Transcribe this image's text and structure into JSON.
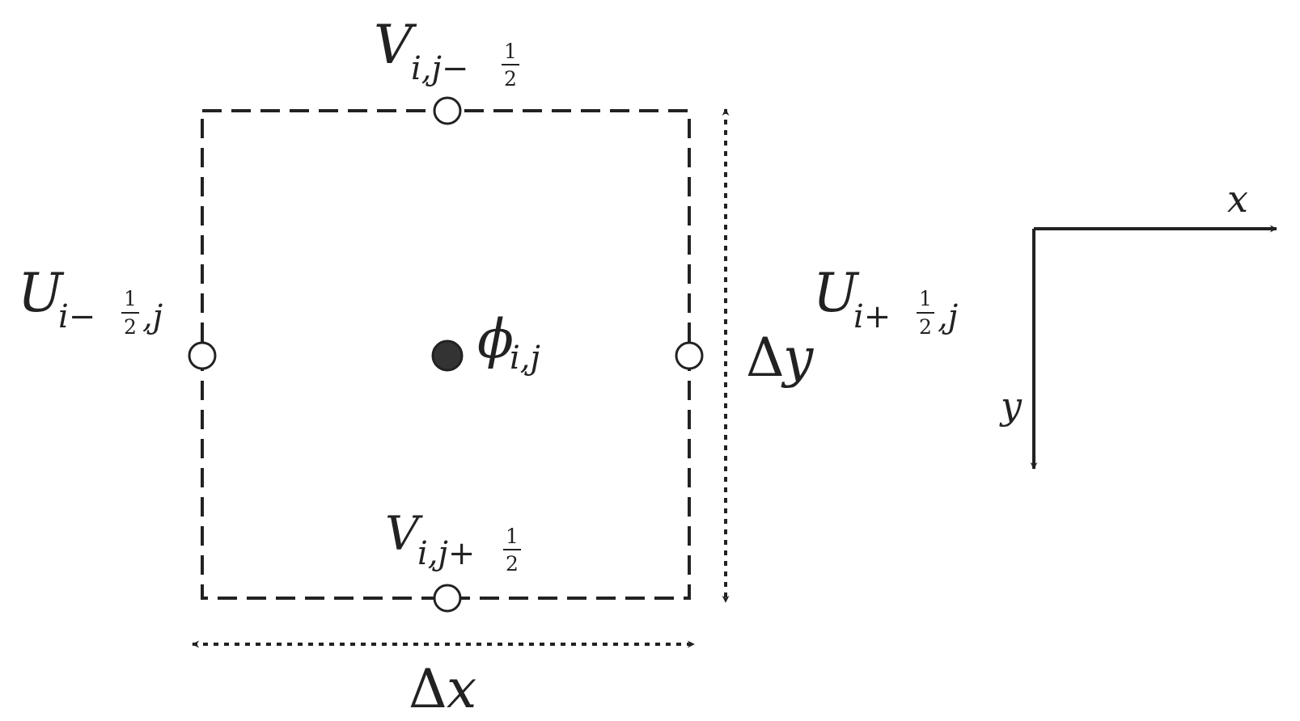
{
  "colors": {
    "ink": "#222222",
    "node_fill": "#333333",
    "background": "#ffffff"
  },
  "labels": {
    "V_top": {
      "main": "V",
      "sub": "i,j−",
      "num": "1",
      "den": "2"
    },
    "V_bottom": {
      "main": "V",
      "sub": "i,j+",
      "num": "1",
      "den": "2"
    },
    "U_left": {
      "main": "U",
      "sub_pre": "i−",
      "num": "1",
      "den": "2",
      "sub_post": ",j"
    },
    "U_right": {
      "main": "U",
      "sub_pre": "i+",
      "num": "1",
      "den": "2",
      "sub_post": ",j"
    },
    "phi": {
      "main": "ϕ",
      "sub": "i,j"
    },
    "delta_x": {
      "delta": "Δ",
      "var": "x"
    },
    "delta_y": {
      "delta": "Δ",
      "var": "y"
    }
  },
  "axes": {
    "x_label": "x",
    "y_label": "y"
  }
}
